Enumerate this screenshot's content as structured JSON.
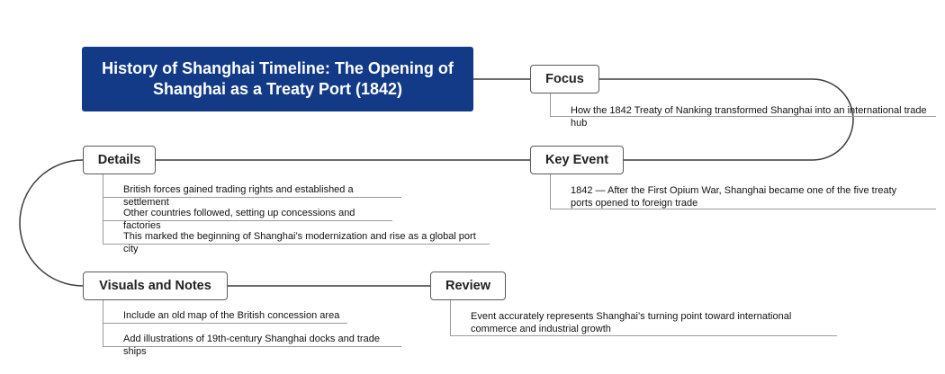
{
  "title": "History of Shanghai Timeline: The Opening of Shanghai as a Treaty Port (1842)",
  "colors": {
    "title_bg": "#123a87",
    "line": "#3c3c3c",
    "node_border": "#5a5a5a"
  },
  "nodes": {
    "focus": {
      "label": "Focus",
      "items": [
        "How the 1842 Treaty of Nanking transformed Shanghai into an international trade hub"
      ]
    },
    "key_event": {
      "label": "Key Event",
      "items": [
        "1842 — After the First Opium War, Shanghai became one of the five treaty ports opened to foreign trade"
      ]
    },
    "details": {
      "label": "Details",
      "items": [
        "British forces gained trading rights and established a settlement",
        "Other countries followed, setting up concessions and factories",
        "This marked the beginning of Shanghai’s modernization and rise as a global port city"
      ]
    },
    "visuals": {
      "label": "Visuals and Notes",
      "items": [
        "Include an old map of the British concession area",
        "Add illustrations of 19th-century Shanghai docks and trade ships"
      ]
    },
    "review": {
      "label": "Review",
      "items": [
        "Event accurately represents Shanghai’s turning point toward international commerce and industrial growth"
      ]
    }
  }
}
